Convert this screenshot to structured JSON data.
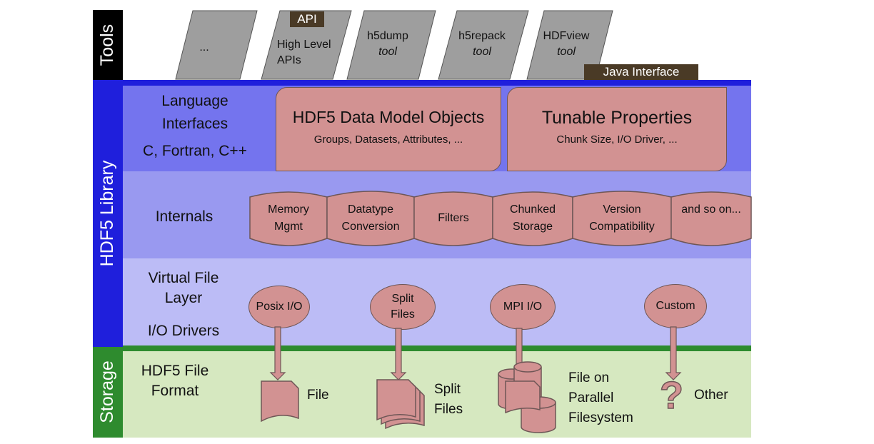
{
  "sections": {
    "tools": "Tools",
    "library": "HDF5 Library",
    "storage": "Storage"
  },
  "tools": [
    {
      "line1": "...",
      "line2": ""
    },
    {
      "line1": "High Level",
      "line2": "APIs"
    },
    {
      "line1": "h5dump",
      "line2": "tool"
    },
    {
      "line1": "h5repack",
      "line2": "tool"
    },
    {
      "line1": "HDFview",
      "line2": "tool"
    }
  ],
  "tool_tags": {
    "api": "API",
    "java": "Java Interface"
  },
  "language_layer": {
    "line1": "Language",
    "line2": "Interfaces",
    "line3": "C, Fortran, C++"
  },
  "data_model": {
    "title": "HDF5 Data Model Objects",
    "subtitle": "Groups, Datasets, Attributes, ..."
  },
  "tunable": {
    "title": "Tunable Properties",
    "subtitle": "Chunk Size, I/O Driver, ..."
  },
  "internals": {
    "label": "Internals",
    "items": [
      {
        "line1": "Memory",
        "line2": "Mgmt"
      },
      {
        "line1": "Datatype",
        "line2": "Conversion"
      },
      {
        "line1": "Filters",
        "line2": ""
      },
      {
        "line1": "Chunked",
        "line2": "Storage"
      },
      {
        "line1": "Version",
        "line2": "Compatibility"
      },
      {
        "line1": "and so on...",
        "line2": ""
      }
    ]
  },
  "vfl": {
    "line1": "Virtual File",
    "line2": "Layer",
    "line3": "I/O Drivers",
    "drivers": [
      {
        "line1": "Posix I/O",
        "line2": ""
      },
      {
        "line1": "Split",
        "line2": "Files"
      },
      {
        "line1": "MPI I/O",
        "line2": ""
      },
      {
        "line1": "Custom",
        "line2": ""
      }
    ]
  },
  "storage": {
    "line1": "HDF5 File",
    "line2": "Format",
    "file_label": "File",
    "split_line1": "Split",
    "split_line2": "Files",
    "parallel_line1": "File on",
    "parallel_line2": "Parallel",
    "parallel_line3": "Filesystem",
    "question_mark": "?",
    "other_label": "Other"
  },
  "colors": {
    "tools_band": "#000000",
    "library_band": "#1f1fdc",
    "storage_band": "#2e8b2e",
    "language_bg": "#7474ee",
    "internals_bg": "#9999f0",
    "vfl_bg": "#bcbcf6",
    "storage_bg": "#d6e8c0",
    "pink": "#d29292",
    "tool_gray": "#9e9e9e",
    "tag_brown": "#4a3a26"
  }
}
